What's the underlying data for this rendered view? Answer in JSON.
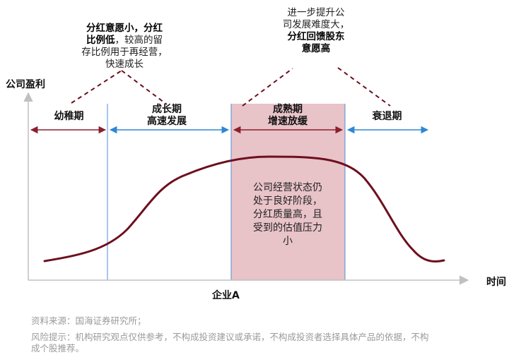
{
  "axes": {
    "y_label": "公司盈利",
    "x_label": "时间",
    "company_label": "企业A"
  },
  "phases": [
    {
      "name": "幼稚期"
    },
    {
      "name": "成长期\n高速发展"
    },
    {
      "name": "成熟期\n增速放缓"
    },
    {
      "name": "衰退期"
    }
  ],
  "notes": {
    "growth_note": {
      "bold": "分红意愿小，分红\n比例低",
      "normal": "，较高的留\n存比例用于再经营，\n快速成长"
    },
    "mature_note": {
      "normal": "进一步提升公\n司发展难度大，",
      "bold": "\n分红回馈股东\n意愿高"
    },
    "mature_inner": "公司经营状态仍\n处于良好阶段，\n分红质量高，且\n受到的估值压力\n小"
  },
  "footer": {
    "source": "资料来源：国海证券研究所；",
    "risk": "风险提示：机构研究观点仅供参考，不构成投资建议或承诺，不构成投资者选择具体产品的依据，不构\n成个股推荐。"
  },
  "colors": {
    "curve": "#6d0f1e",
    "mature_fill": "#e8c3c8",
    "divider": "#4f8fd6",
    "left_arrow": "#8c1f2e",
    "right_arrow": "#2e87d3",
    "dash": "#6d0f1e",
    "axis": "#c0c0c0"
  }
}
